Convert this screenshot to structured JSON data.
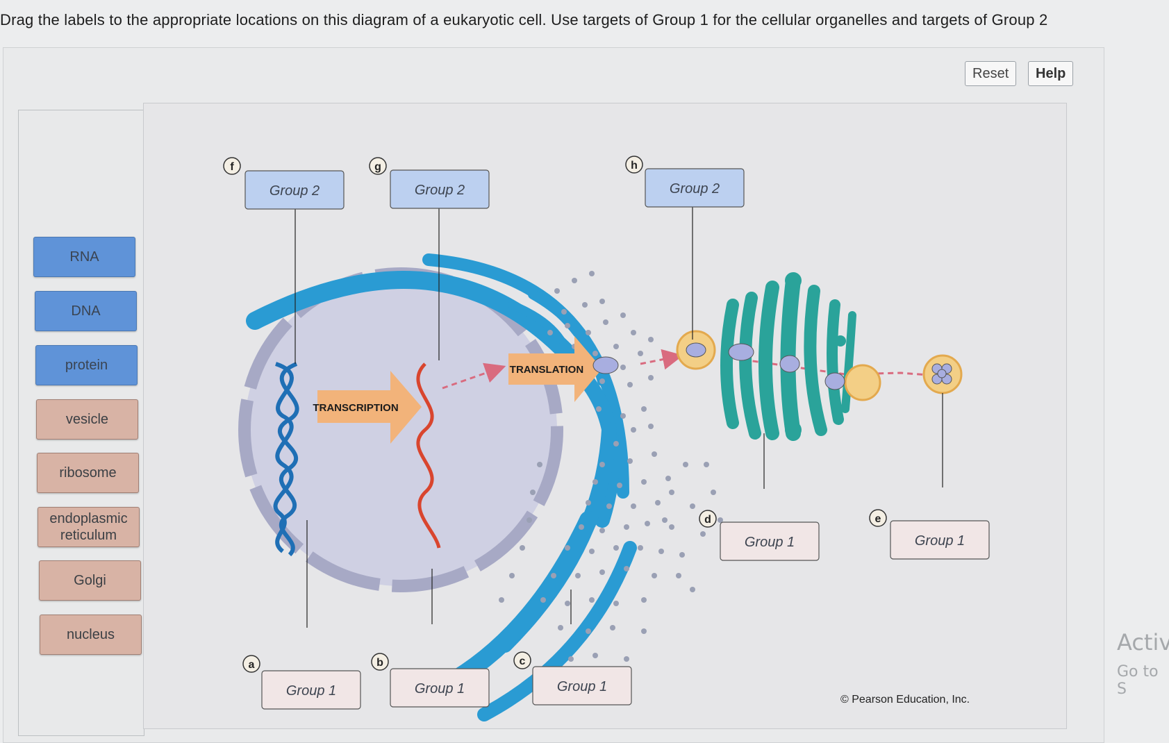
{
  "instructions": "Drag the labels to the appropriate locations on this diagram of a eukaryotic cell. Use targets of Group 1 for the cellular organelles and targets of Group 2",
  "toolbar": {
    "reset": "Reset",
    "help": "Help"
  },
  "label_bank": [
    {
      "text": "RNA",
      "group": "blue"
    },
    {
      "text": "DNA",
      "group": "blue"
    },
    {
      "text": "protein",
      "group": "blue"
    },
    {
      "text": "vesicle",
      "group": "tan"
    },
    {
      "text": "ribosome",
      "group": "tan"
    },
    {
      "text": "endoplasmic reticulum",
      "group": "tan"
    },
    {
      "text": "Golgi",
      "group": "tan"
    },
    {
      "text": "nucleus",
      "group": "tan"
    }
  ],
  "diagram": {
    "process_labels": {
      "transcription": "TRANSCRIPTION",
      "translation": "TRANSLATION"
    },
    "targets": [
      {
        "letter": "f",
        "text": "Group 2"
      },
      {
        "letter": "g",
        "text": "Group 2"
      },
      {
        "letter": "h",
        "text": "Group 2"
      },
      {
        "letter": "a",
        "text": "Group 1"
      },
      {
        "letter": "b",
        "text": "Group 1"
      },
      {
        "letter": "c",
        "text": "Group 1"
      },
      {
        "letter": "d",
        "text": "Group 1"
      },
      {
        "letter": "e",
        "text": "Group 1"
      }
    ],
    "copyright": "© Pearson Education, Inc."
  },
  "watermark": {
    "line1": "Activ",
    "line2": "Go to S"
  },
  "colors": {
    "group2_fill": "#bcd0f0",
    "group1_fill": "#f1e6e6",
    "er": "#2a9bd3",
    "golgi": "#2aa39a",
    "dna": "#1f6fb5",
    "rna": "#d9452e",
    "arrow": "#f2b37a"
  }
}
